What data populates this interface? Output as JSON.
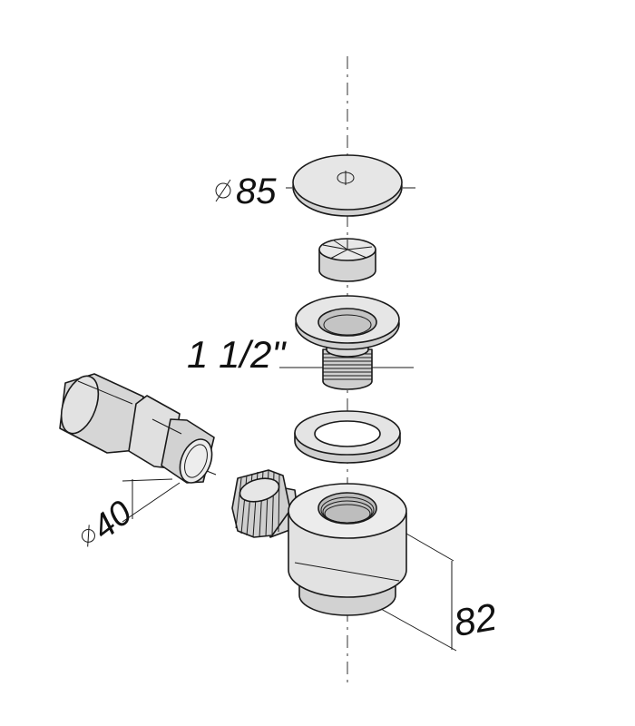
{
  "colors": {
    "part_fill": "#e6e6e6",
    "part_shade": "#c8c8c8",
    "part_dark": "#a9a9a9",
    "line": "#1a1a1a",
    "background": "#ffffff"
  },
  "dimensions": {
    "cover_diameter": "85",
    "thread_size": "1 1/2\"",
    "outlet_diameter": "40",
    "height": "82"
  }
}
